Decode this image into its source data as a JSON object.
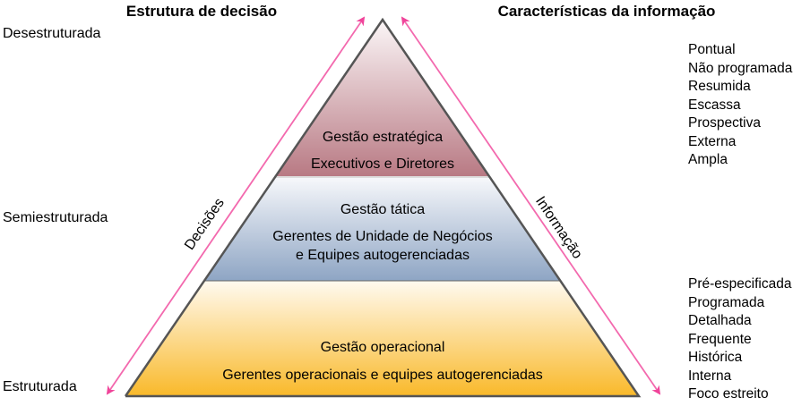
{
  "headers": {
    "left": "Estrutura de decisão",
    "right": "Características da informação"
  },
  "structure_levels": [
    "Desestruturada",
    "Semiestruturada",
    "Estruturada"
  ],
  "arrows": {
    "left": "Decisões",
    "right": "Informação"
  },
  "levels": [
    {
      "title": "Gestão estratégica",
      "who": [
        "Executivos e Diretores"
      ]
    },
    {
      "title": "Gestão tática",
      "who": [
        "Gerentes de Unidade de Negócios",
        "e Equipes autogerenciadas"
      ]
    },
    {
      "title": "Gestão operacional",
      "who": [
        "Gerentes operacionais e equipes autogerenciadas"
      ]
    }
  ],
  "info_top": [
    "Pontual",
    "Não programada",
    "Resumida",
    "Escassa",
    "Prospectiva",
    "Externa",
    "Ampla"
  ],
  "info_bottom": [
    "Pré-especificada",
    "Programada",
    "Detalhada",
    "Frequente",
    "Histórica",
    "Interna",
    "Foco estreito"
  ],
  "colors": {
    "arrow": "#f0449a",
    "top": "#b87983",
    "mid": "#8ea5c4",
    "bottom": "#f9b92a"
  }
}
